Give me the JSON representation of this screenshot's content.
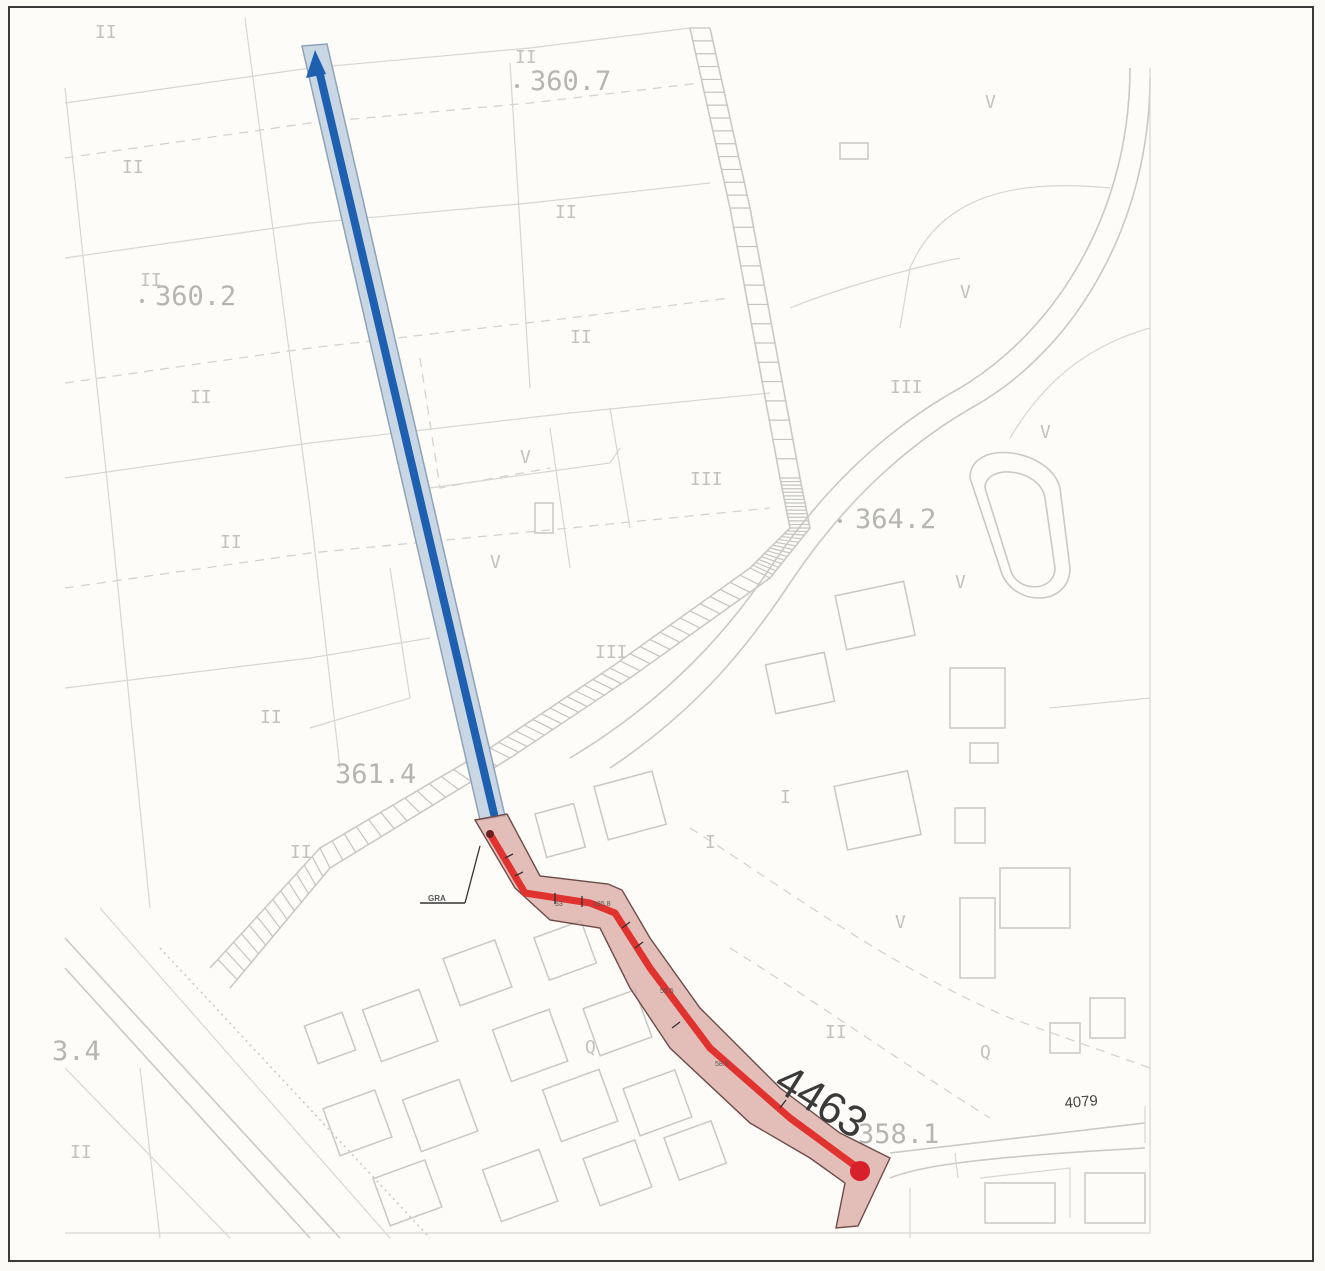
{
  "map": {
    "elevations": [
      "360.7",
      "360.2",
      "361.4",
      "364.2",
      "358.1",
      "3.4"
    ],
    "parcel_number": "4463",
    "road_label": "4079",
    "callout_label": "GRA",
    "segment_labels": [
      "53",
      "185.8",
      "59.5",
      "58.5"
    ],
    "markers": [
      "II",
      "III",
      "I",
      "V",
      "Q"
    ],
    "colors": {
      "existing_route": "#1f5fb0",
      "existing_route_buffer": "#c9d7e4",
      "planned_route": "#e0322e",
      "planned_route_buffer": "#d9a9a4",
      "endpoint": "#d8202a",
      "basemap_lines": "#c9c9c6",
      "frame": "#3a3a3a"
    },
    "icons": [
      "north-arrow-icon",
      "endpoint-marker-icon"
    ]
  }
}
